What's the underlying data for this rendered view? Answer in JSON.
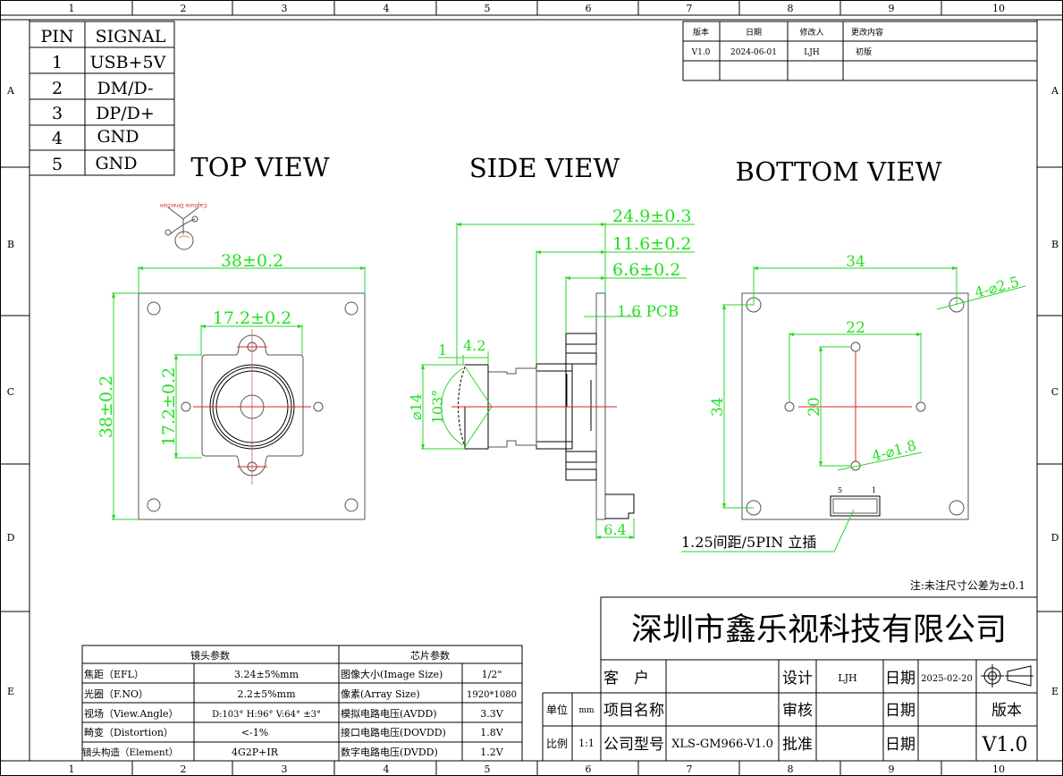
{
  "frame": {
    "columns": [
      "1",
      "2",
      "3",
      "4",
      "5",
      "6",
      "7",
      "8",
      "9",
      "10"
    ],
    "rows": [
      "A",
      "B",
      "C",
      "D",
      "E"
    ]
  },
  "pin_table": {
    "headers": [
      "PIN",
      "SIGNAL"
    ],
    "rows": [
      [
        "1",
        "USB+5V"
      ],
      [
        "2",
        "DM/D-"
      ],
      [
        "3",
        "DP/D+"
      ],
      [
        "4",
        "GND"
      ],
      [
        "5",
        "GND"
      ]
    ]
  },
  "revision_table": {
    "headers": [
      "版本",
      "日期",
      "修改人",
      "更改内容"
    ],
    "rows": [
      [
        "V1.0",
        "2024-06-01",
        "LJH",
        "初版"
      ]
    ]
  },
  "views": {
    "top": {
      "title": "TOP VIEW",
      "capture_label": "Capture Direction",
      "dim_width": "38±0.2",
      "dim_height": "38±0.2",
      "dim_holder_width": "17.2±0.2",
      "dim_holder_height": "17.2±0.2"
    },
    "side": {
      "title": "SIDE VIEW",
      "dim_total": "24.9±0.3",
      "dim_holder": "11.6±0.2",
      "dim_base": "6.6±0.2",
      "dim_pcb": "1.6 PCB",
      "dim_1": "1",
      "dim_4_2": "4.2",
      "dim_diameter": "⌀14",
      "dim_angle": "103°",
      "dim_connector": "6.4"
    },
    "bottom": {
      "title": "BOTTOM VIEW",
      "dim_h_outer": "34",
      "dim_v_outer": "34",
      "dim_h_inner": "22",
      "dim_v_inner": "20",
      "hole_outer": "4-⌀2.5",
      "hole_inner": "4-⌀1.8",
      "connector_pin_5": "5",
      "connector_pin_1": "1",
      "connector_label": "1.25间距/5PIN 立插"
    }
  },
  "note": "注:未注尺寸公差为±0.1",
  "lens_table": {
    "lens_header": "镜头参数",
    "chip_header": "芯片参数",
    "rows": [
      [
        "焦距（EFL）",
        "3.24±5%mm",
        "图像大小(Image Size)",
        "1/2\""
      ],
      [
        "光圈（F.NO）",
        "2.2±5%mm",
        "像素(Array Size)",
        "1920*1080"
      ],
      [
        "视场（View.Angle）",
        "D:103° H:96° V:64° ±3°",
        "模拟电路电压(AVDD)",
        "3.3V"
      ],
      [
        "畸变（Distortion）",
        "<-1%",
        "接口电路电压(DOVDD)",
        "1.8V"
      ],
      [
        "镜头构造（Element）",
        "4G2P+IR",
        "数字电路电压(DVDD)",
        "1.2V"
      ]
    ]
  },
  "title_block": {
    "company": "深圳市鑫乐视科技有限公司",
    "customer_label": "客　户",
    "customer_value": "",
    "design_label": "设计",
    "design_value": "LJH",
    "date_label": "日期",
    "date_value": "2025-02-20",
    "unit_label": "单位",
    "unit_value": "mm",
    "project_label": "项目名称",
    "project_value": "",
    "review_label": "审核",
    "review_value": "",
    "date2_label": "日期",
    "version_label": "版本",
    "scale_label": "比例",
    "scale_value": "1:1",
    "model_label": "公司型号",
    "model_value": "XLS-GM966-V1.0",
    "approve_label": "批准",
    "approve_value": "",
    "date3_label": "日期",
    "version_value": "V1.0"
  },
  "colors": {
    "dimension": "#22e022",
    "centerline": "#e02020",
    "outline": "#000000"
  }
}
